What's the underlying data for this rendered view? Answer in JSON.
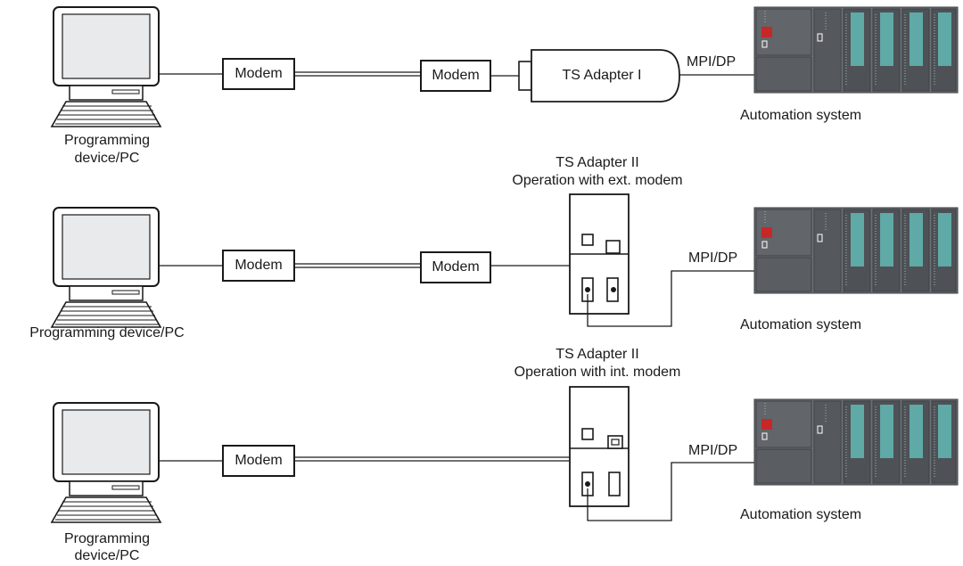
{
  "rows": [
    {
      "pc_label": [
        "Programming",
        "device/PC"
      ],
      "modem_left": "Modem",
      "modem_right": "Modem",
      "adapter": "TS Adapter I",
      "bus": "MPI/DP",
      "system": "Automation system"
    },
    {
      "pc_label": [
        "Programming device/PC"
      ],
      "modem_left": "Modem",
      "modem_right": "Modem",
      "adapter_title": [
        "TS Adapter II",
        "Operation with ext. modem"
      ],
      "bus": "MPI/DP",
      "system": "Automation system"
    },
    {
      "pc_label": [
        "Programming",
        "device/PC"
      ],
      "modem_left": "Modem",
      "adapter_title": [
        "TS Adapter II",
        "Operation with int. modem"
      ],
      "bus": "MPI/DP",
      "system": "Automation system"
    }
  ],
  "colors": {
    "line": "#1a1a1a",
    "plc_body": "#6b6f73",
    "plc_dark": "#4e5256",
    "plc_module": "#5fa9a6",
    "plc_red": "#c62828",
    "monitor": "#e9eaec"
  },
  "icons": [
    "pc-icon",
    "plc-icon",
    "ts-adapter-i-icon",
    "ts-adapter-ii-icon"
  ]
}
